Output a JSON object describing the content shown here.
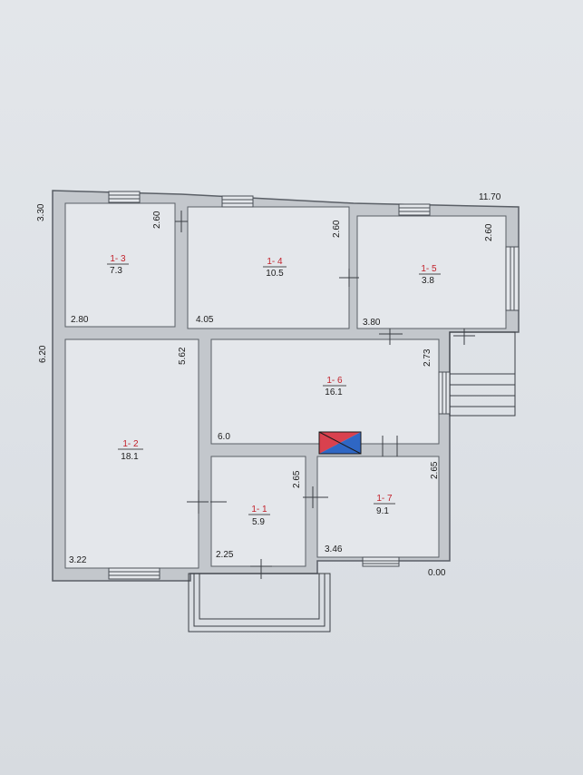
{
  "rooms": [
    {
      "id_num": "1-",
      "id_sub": " 1",
      "area": "5.9"
    },
    {
      "id_num": "1-",
      "id_sub": " 2",
      "area": "18.1"
    },
    {
      "id_num": "1-",
      "id_sub": " 3",
      "area": "7.3"
    },
    {
      "id_num": "1-",
      "id_sub": " 4",
      "area": "10.5"
    },
    {
      "id_num": "1-",
      "id_sub": " 5",
      "area": "3.8"
    },
    {
      "id_num": "1-",
      "id_sub": " 6",
      "area": "16.1"
    },
    {
      "id_num": "1-",
      "id_sub": " 7",
      "area": "9.1"
    }
  ],
  "dimensions": {
    "top_left_height": "3.30",
    "top_right_width": "11.70",
    "room3_height": "2.60",
    "room3_width": "2.80",
    "room4_height": "2.60",
    "room4_width": "4.05",
    "room5_height": "2.60",
    "room5_width": "3.80",
    "left_side": "6.20",
    "room2_height": "5.62",
    "room2_width": "3.22",
    "room6_height": "2.73",
    "room6_width": "6.0",
    "room1_height": "2.65",
    "room1_width": "2.25",
    "room7_height": "2.65",
    "room7_width": "3.46",
    "origin": "0.00"
  },
  "colors": {
    "wall_fill": "#c3c7cc",
    "wall_stroke": "#5a5f66",
    "room_fill": "#e4e7eb",
    "room_id": "#c2202a",
    "stove_red": "#d9414e",
    "stove_blue": "#2f67c4"
  }
}
